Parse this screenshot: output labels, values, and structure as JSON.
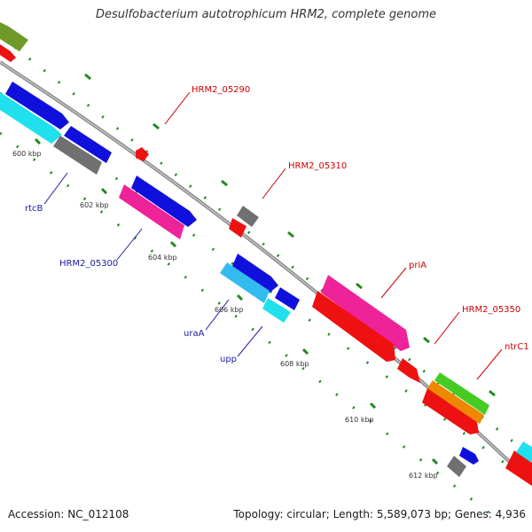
{
  "title": "Desulfobacterium autotrophicum HRM2, complete genome",
  "footer": {
    "accession": "Accession: NC_012108",
    "topology": "Topology: circular; Length: 5,589,073 bp; Genes: 4,936"
  },
  "colors": {
    "backbone": "#8a8a8a",
    "tick": "#1e8a1e",
    "label_red": "#cc0000",
    "label_blue": "#1a1aa8",
    "gene_blue": "#1010dd",
    "gene_cyan": "#20e0ee",
    "gene_skyblue": "#33bbee",
    "gene_gray": "#707070",
    "gene_red": "#ee1111",
    "gene_magenta": "#ee2299",
    "gene_green": "#44cc22",
    "gene_orange": "#ee8800",
    "gene_olive": "#6f9a2a"
  },
  "ticks": [
    "600 kbp",
    "602 kbp",
    "604 kbp",
    "606 kbp",
    "608 kbp",
    "610 kbp",
    "612 kbp"
  ],
  "labels": {
    "hrm2_05290": "HRM2_05290",
    "hrm2_05310": "HRM2_05310",
    "pria": "priA",
    "hrm2_05350": "HRM2_05350",
    "ntrc1": "ntrC1",
    "rtcb": "rtcB",
    "hrm2_05300": "HRM2_05300",
    "uraa": "uraA",
    "upp": "upp"
  }
}
